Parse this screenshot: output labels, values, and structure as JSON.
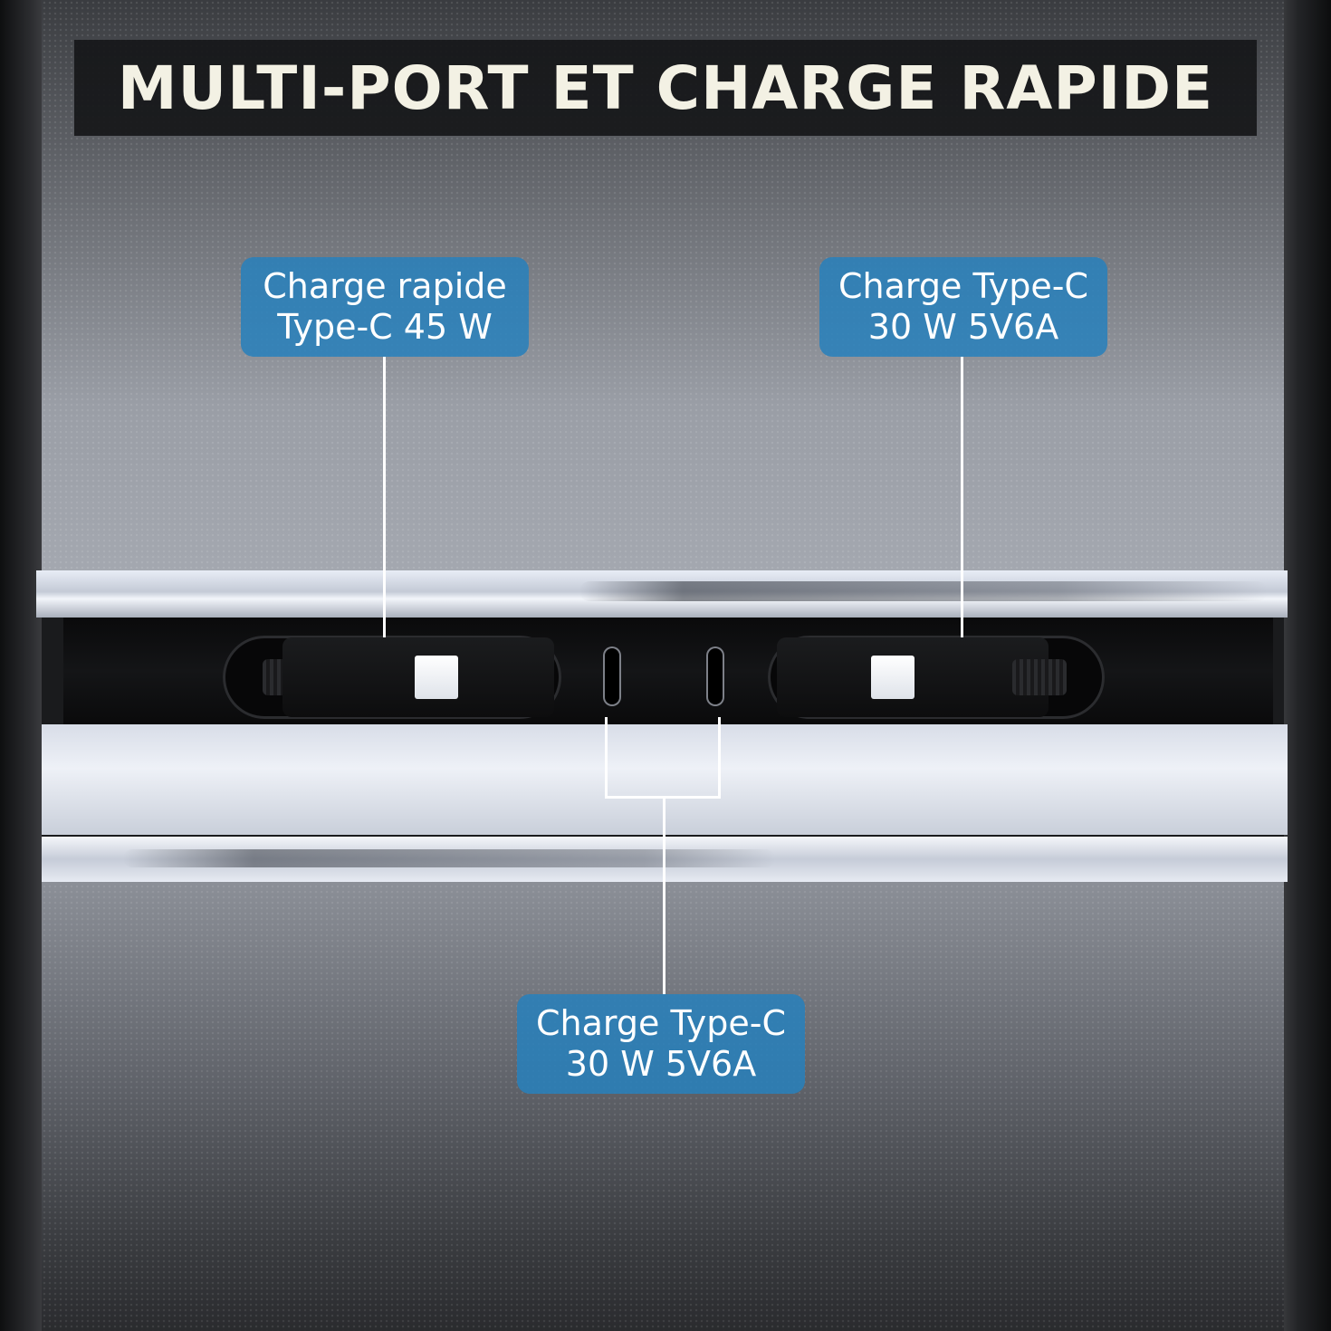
{
  "title": "MULTI-PORT ET CHARGE RAPIDE",
  "callouts": {
    "left": {
      "line1": "Charge rapide",
      "line2": "Type-C 45 W"
    },
    "right": {
      "line1": "Charge Type-C",
      "line2": "30 W 5V6A"
    },
    "bottom": {
      "line1": "Charge Type-C",
      "line2": "30 W 5V6A"
    }
  },
  "colors": {
    "label_background": "#2880bc",
    "label_text": "#ffffff",
    "title_text": "#f3f1e4",
    "title_banner": "#161719"
  }
}
